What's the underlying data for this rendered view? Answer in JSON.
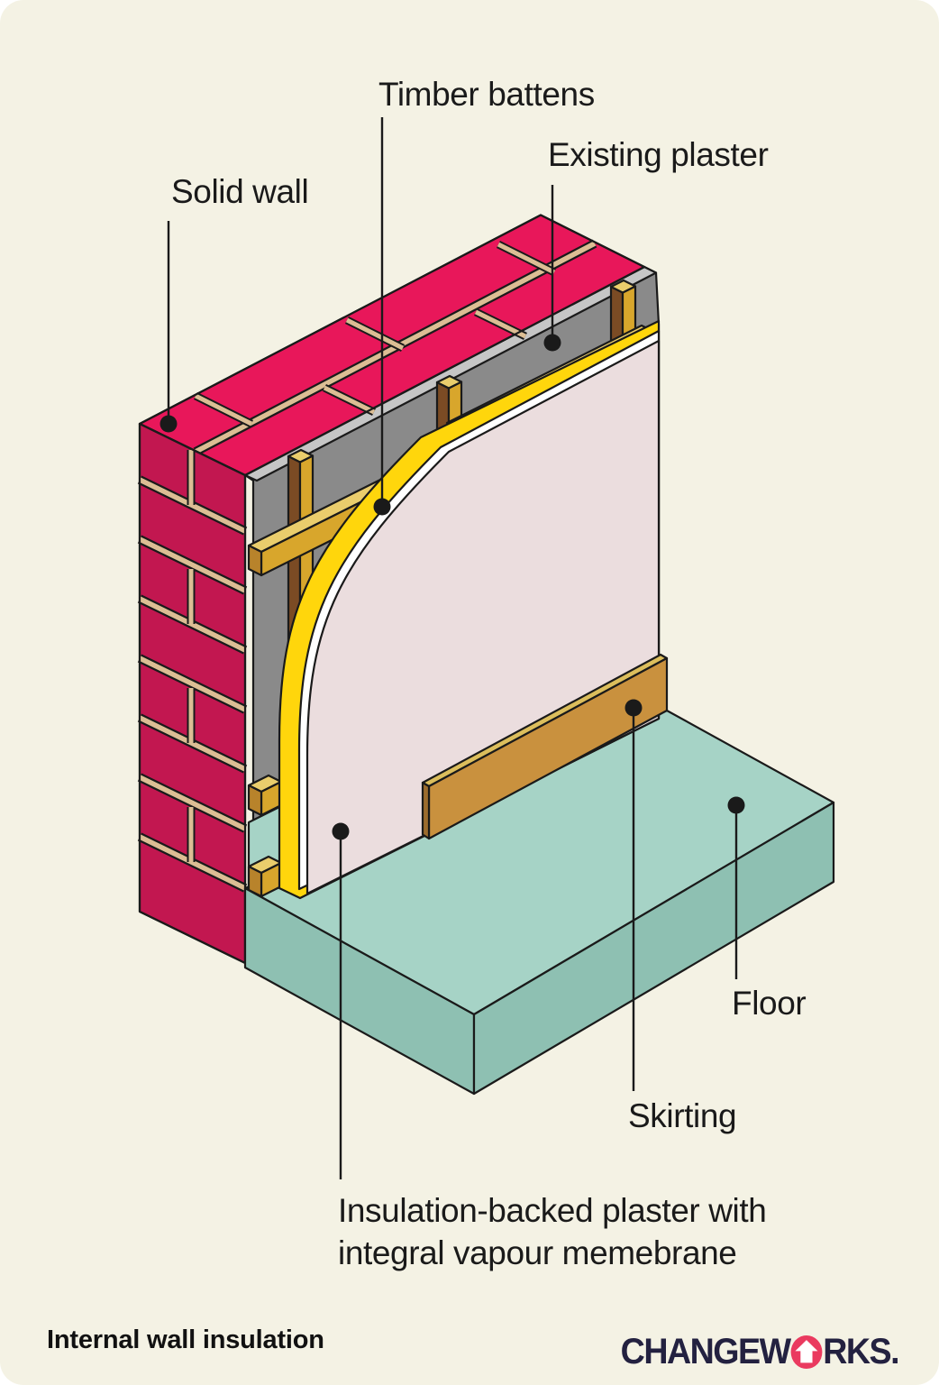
{
  "page": {
    "background": "#F4F2E4",
    "type": "isometric cutaway diagram"
  },
  "caption": "Internal wall insulation",
  "brand": {
    "name": "CHANGEWORKS.",
    "text_before_o": "CHANGEW",
    "text_after_o": "RKS.",
    "navy": "#232140",
    "pink": "#EA3A5F",
    "o_icon": "house-icon"
  },
  "labels": {
    "timber_battens": {
      "text": "Timber battens"
    },
    "existing_plaster": {
      "text": "Existing plaster"
    },
    "solid_wall": {
      "text": "Solid wall"
    },
    "floor": {
      "text": "Floor"
    },
    "skirting": {
      "text": "Skirting"
    },
    "insulation_panel": {
      "text": "Insulation-backed plaster with integral vapour memebrane"
    }
  },
  "diagram": {
    "parts": [
      "solid brick wall (cutaway)",
      "existing plaster layer",
      "timber battens (vertical and horizontal)",
      "insulation-backed plasterboard with integral vapour membrane (curved cutaway)",
      "skirting board",
      "floor slab"
    ],
    "colors": {
      "background": "#F4F2E4",
      "brick_top": "#E8175A",
      "brick_face": "#C21750",
      "mortar": "#DCBE94",
      "plaster_edge": "#C6C6C6",
      "plaster_face": "#8A8A8A",
      "batten_gold": "#D8A62C",
      "batten_top": "#EACD6C",
      "batten_side_brown": "#7B4B24",
      "insulation_yellow": "#FFD60C",
      "membrane_white": "#FFFFFF",
      "plasterboard_pink": "#EBDDDE",
      "floor_top": "#A6D3C6",
      "floor_side": "#8EC0B2",
      "skirting_front": "#C9913E",
      "skirting_top": "#DCBE5C",
      "skirting_end": "#9C6C2E",
      "outline": "#1A1A1A"
    }
  }
}
